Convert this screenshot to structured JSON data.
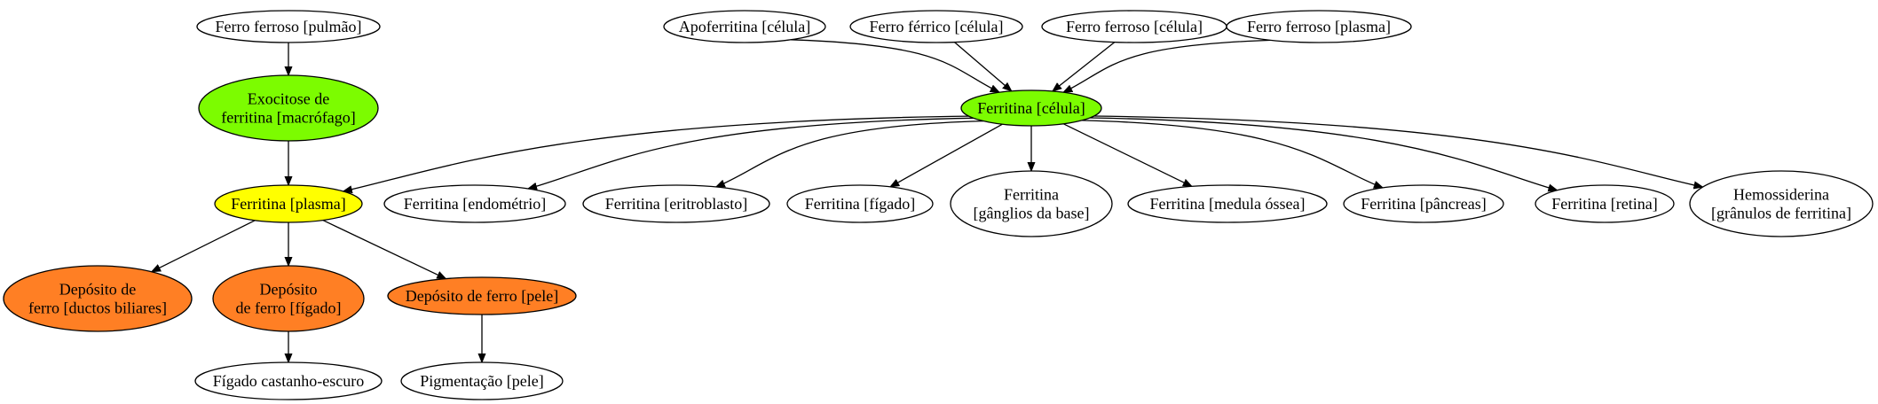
{
  "colors": {
    "default": "#ffffff",
    "green": "#7cfc00",
    "yellow": "#ffff00",
    "orange": "#ff7f24"
  },
  "nodes": [
    {
      "id": "n_pulmao",
      "name": "node-ferro-ferroso-pulmao",
      "fill": "default",
      "lines": [
        "Ferro ferroso [pulmão]"
      ]
    },
    {
      "id": "n_exo",
      "name": "node-exocitose-ferritina-macrofago",
      "fill": "green",
      "lines": [
        "Exocitose de",
        "ferritina [macrófago]"
      ]
    },
    {
      "id": "n_plasma",
      "name": "node-ferritina-plasma",
      "fill": "yellow",
      "lines": [
        "Ferritina [plasma]"
      ]
    },
    {
      "id": "n_dep_ductos",
      "name": "node-deposito-ferro-ductos-biliares",
      "fill": "orange",
      "lines": [
        "Depósito de",
        "ferro [ductos biliares]"
      ]
    },
    {
      "id": "n_dep_figado",
      "name": "node-deposito-ferro-figado",
      "fill": "orange",
      "lines": [
        "Depósito",
        "de ferro [fígado]"
      ]
    },
    {
      "id": "n_dep_pele",
      "name": "node-deposito-ferro-pele",
      "fill": "orange",
      "lines": [
        "Depósito de ferro [pele]"
      ]
    },
    {
      "id": "n_figado_cast",
      "name": "node-figado-castanho-escuro",
      "fill": "default",
      "lines": [
        "Fígado castanho-escuro"
      ]
    },
    {
      "id": "n_pigm",
      "name": "node-pigmentacao-pele",
      "fill": "default",
      "lines": [
        "Pigmentação [pele]"
      ]
    },
    {
      "id": "n_apof",
      "name": "node-apoferritina-celula",
      "fill": "default",
      "lines": [
        "Apoferritina [célula]"
      ]
    },
    {
      "id": "n_ferrico",
      "name": "node-ferro-ferrico-celula",
      "fill": "default",
      "lines": [
        "Ferro férrico [célula]"
      ]
    },
    {
      "id": "n_ferroso_cel",
      "name": "node-ferro-ferroso-celula",
      "fill": "default",
      "lines": [
        "Ferro ferroso [célula]"
      ]
    },
    {
      "id": "n_ferroso_pl",
      "name": "node-ferro-ferroso-plasma",
      "fill": "default",
      "lines": [
        "Ferro ferroso [plasma]"
      ]
    },
    {
      "id": "n_cel",
      "name": "node-ferritina-celula",
      "fill": "green",
      "lines": [
        "Ferritina [célula]"
      ]
    },
    {
      "id": "n_endo",
      "name": "node-ferritina-endometrio",
      "fill": "default",
      "lines": [
        "Ferritina [endométrio]"
      ]
    },
    {
      "id": "n_eritro",
      "name": "node-ferritina-eritroblasto",
      "fill": "default",
      "lines": [
        "Ferritina [eritroblasto]"
      ]
    },
    {
      "id": "n_fig",
      "name": "node-ferritina-figado",
      "fill": "default",
      "lines": [
        "Ferritina [fígado]"
      ]
    },
    {
      "id": "n_gang",
      "name": "node-ferritina-ganglios-base",
      "fill": "default",
      "lines": [
        "Ferritina",
        "[gânglios da base]"
      ]
    },
    {
      "id": "n_medula",
      "name": "node-ferritina-medula-ossea",
      "fill": "default",
      "lines": [
        "Ferritina [medula óssea]"
      ]
    },
    {
      "id": "n_pancreas",
      "name": "node-ferritina-pancreas",
      "fill": "default",
      "lines": [
        "Ferritina [pâncreas]"
      ]
    },
    {
      "id": "n_retina",
      "name": "node-ferritina-retina",
      "fill": "default",
      "lines": [
        "Ferritina [retina]"
      ]
    },
    {
      "id": "n_hemo",
      "name": "node-hemossiderina-granulos-ferritina",
      "fill": "default",
      "lines": [
        "Hemossiderina",
        "[grânulos de ferritina]"
      ]
    }
  ],
  "edges": [
    {
      "from": "n_pulmao",
      "to": "n_exo"
    },
    {
      "from": "n_exo",
      "to": "n_plasma"
    },
    {
      "from": "n_plasma",
      "to": "n_dep_ductos"
    },
    {
      "from": "n_plasma",
      "to": "n_dep_figado"
    },
    {
      "from": "n_plasma",
      "to": "n_dep_pele"
    },
    {
      "from": "n_dep_figado",
      "to": "n_figado_cast"
    },
    {
      "from": "n_dep_pele",
      "to": "n_pigm"
    },
    {
      "from": "n_apof",
      "to": "n_cel"
    },
    {
      "from": "n_ferrico",
      "to": "n_cel"
    },
    {
      "from": "n_ferroso_cel",
      "to": "n_cel"
    },
    {
      "from": "n_ferroso_pl",
      "to": "n_cel"
    },
    {
      "from": "n_cel",
      "to": "n_plasma"
    },
    {
      "from": "n_cel",
      "to": "n_endo"
    },
    {
      "from": "n_cel",
      "to": "n_eritro"
    },
    {
      "from": "n_cel",
      "to": "n_fig"
    },
    {
      "from": "n_cel",
      "to": "n_gang"
    },
    {
      "from": "n_cel",
      "to": "n_medula"
    },
    {
      "from": "n_cel",
      "to": "n_pancreas"
    },
    {
      "from": "n_cel",
      "to": "n_retina"
    },
    {
      "from": "n_cel",
      "to": "n_hemo"
    }
  ]
}
